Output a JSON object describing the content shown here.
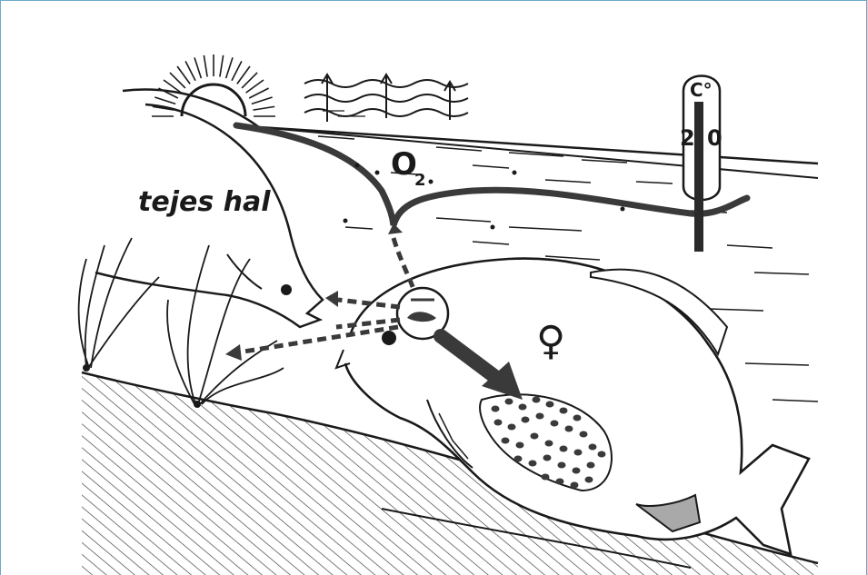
{
  "labels": {
    "milk_fish": "tejes hal",
    "oxygen_main": "O",
    "oxygen_sub": "2",
    "thermometer_unit": "C°",
    "thermometer_value_left": "2",
    "thermometer_value_right": "0",
    "female_symbol": "♀"
  },
  "colors": {
    "frame": "#6fa8c9",
    "ink": "#1a1a1a",
    "dark_line": "#3a3a3a",
    "fin_gray": "#a9a9a9"
  }
}
